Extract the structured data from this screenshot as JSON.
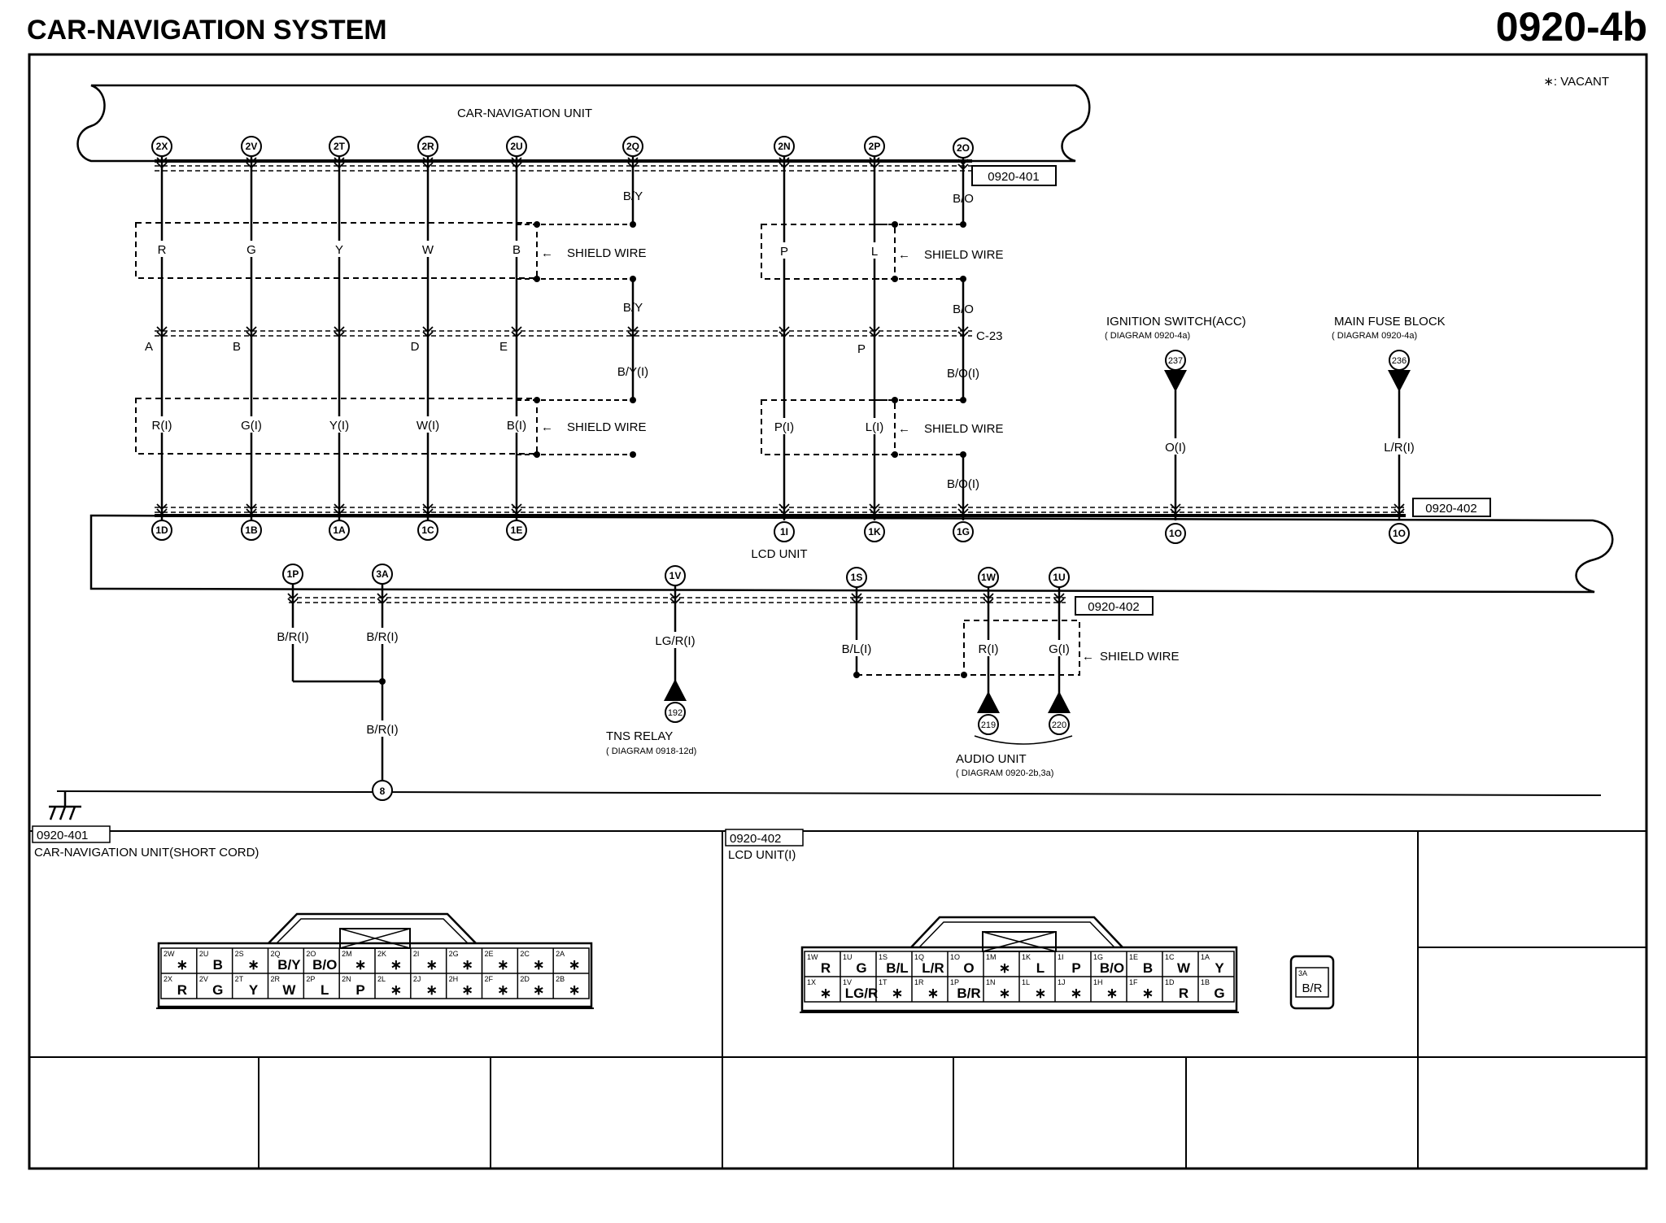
{
  "header": {
    "title": "CAR-NAVIGATION SYSTEM",
    "doc_number": "0920-4b",
    "vacant_note": "∗: VACANT"
  },
  "units": {
    "car_nav": "CAR-NAVIGATION UNIT",
    "lcd": "LCD UNIT",
    "ign_switch": {
      "name": "IGNITION SWITCH(ACC)",
      "ref": "( DIAGRAM 0920-4a)",
      "circle": "237"
    },
    "main_fuse": {
      "name": "MAIN FUSE BLOCK",
      "ref": "( DIAGRAM 0920-4a)",
      "circle": "236"
    },
    "tns_relay": {
      "name": "TNS RELAY",
      "ref": "( DIAGRAM 0918-12d)",
      "circle": "192"
    },
    "audio": {
      "name": "AUDIO UNIT",
      "ref": "( DIAGRAM 0920-2b,3a)",
      "circle1": "219",
      "circle2": "220"
    },
    "ground": "8"
  },
  "connector_refs": {
    "r401": "0920-401",
    "r402a": "0920-402",
    "r402b": "0920-402",
    "c23": "C-23"
  },
  "shield_label": "SHIELD WIRE",
  "car_nav_pins": [
    "2X",
    "2V",
    "2T",
    "2R",
    "2U",
    "2Q",
    "2N",
    "2P",
    "2O"
  ],
  "upper_colors": [
    "R",
    "G",
    "Y",
    "W",
    "B",
    "P",
    "L"
  ],
  "joint_letters": [
    "A",
    "B",
    "D",
    "E",
    "P"
  ],
  "lower_colors": [
    "R(I)",
    "G(I)",
    "Y(I)",
    "W(I)",
    "B(I)",
    "P(I)",
    "L(I)"
  ],
  "shield_colors": {
    "by": "B/Y",
    "by2": "B/Y",
    "byi": "B/Y(I)",
    "bo": "B/O",
    "bo2": "B/O",
    "boi": "B/O(I)",
    "boi2": "B/O(I)"
  },
  "lcd_top_pins": [
    "1D",
    "1B",
    "1A",
    "1C",
    "1E",
    "1I",
    "1K",
    "1G",
    "1O",
    "1O"
  ],
  "feed_colors": {
    "ign": "O(I)",
    "fuse": "L/R(I)"
  },
  "lcd_bottom_pins": [
    "1P",
    "3A",
    "1V",
    "1S",
    "1W",
    "1U"
  ],
  "lcd_bottom_colors": {
    "p1": "B/R(I)",
    "p3a": "B/R(I)",
    "gnd": "B/R(I)",
    "v": "LG/R(I)",
    "s": "B/L(I)",
    "w": "R(I)",
    "u": "G(I)"
  },
  "bottom_panels": {
    "left": {
      "ref": "0920-401",
      "title": "CAR-NAVIGATION UNIT(SHORT CORD)"
    },
    "right": {
      "ref": "0920-402",
      "title": "LCD UNIT(I)"
    }
  },
  "conn401": {
    "top": [
      [
        "2W",
        "∗"
      ],
      [
        "2U",
        "B"
      ],
      [
        "2S",
        "∗"
      ],
      [
        "2Q",
        "B/Y"
      ],
      [
        "2O",
        "B/O"
      ],
      [
        "2M",
        "∗"
      ],
      [
        "2K",
        "∗"
      ],
      [
        "2I",
        "∗"
      ],
      [
        "2G",
        "∗"
      ],
      [
        "2E",
        "∗"
      ],
      [
        "2C",
        "∗"
      ],
      [
        "2A",
        "∗"
      ]
    ],
    "bottom": [
      [
        "2X",
        "R"
      ],
      [
        "2V",
        "G"
      ],
      [
        "2T",
        "Y"
      ],
      [
        "2R",
        "W"
      ],
      [
        "2P",
        "L"
      ],
      [
        "2N",
        "P"
      ],
      [
        "2L",
        "∗"
      ],
      [
        "2J",
        "∗"
      ],
      [
        "2H",
        "∗"
      ],
      [
        "2F",
        "∗"
      ],
      [
        "2D",
        "∗"
      ],
      [
        "2B",
        "∗"
      ]
    ]
  },
  "conn402": {
    "top": [
      [
        "1W",
        "R"
      ],
      [
        "1U",
        "G"
      ],
      [
        "1S",
        "B/L"
      ],
      [
        "1Q",
        "L/R"
      ],
      [
        "1O",
        "O"
      ],
      [
        "1M",
        "∗"
      ],
      [
        "1K",
        "L"
      ],
      [
        "1I",
        "P"
      ],
      [
        "1G",
        "B/O"
      ],
      [
        "1E",
        "B"
      ],
      [
        "1C",
        "W"
      ],
      [
        "1A",
        "Y"
      ]
    ],
    "bottom": [
      [
        "1X",
        "∗"
      ],
      [
        "1V",
        "LG/R"
      ],
      [
        "1T",
        "∗"
      ],
      [
        "1R",
        "∗"
      ],
      [
        "1P",
        "B/R"
      ],
      [
        "1N",
        "∗"
      ],
      [
        "1L",
        "∗"
      ],
      [
        "1J",
        "∗"
      ],
      [
        "1H",
        "∗"
      ],
      [
        "1F",
        "∗"
      ],
      [
        "1D",
        "R"
      ],
      [
        "1B",
        "G"
      ]
    ]
  },
  "conn3a": {
    "pin": "3A",
    "color": "B/R"
  }
}
